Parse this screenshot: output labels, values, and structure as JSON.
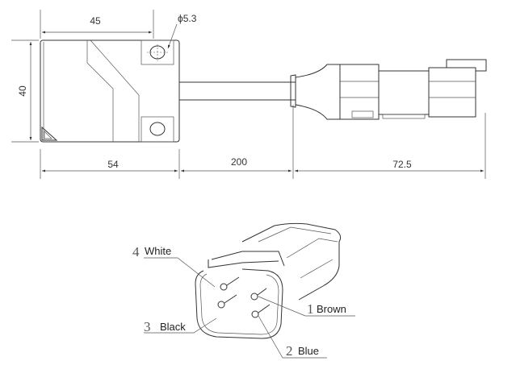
{
  "dimensions": {
    "top_width": "45",
    "hole_diameter": "ϕ5.3",
    "height": "40",
    "body_length": "54",
    "cable_length": "200",
    "connector_length": "72.5"
  },
  "pins": [
    {
      "number": "4",
      "color": "White"
    },
    {
      "number": "1",
      "color": "Brown"
    },
    {
      "number": "3",
      "color": "Black"
    },
    {
      "number": "2",
      "color": "Blue"
    }
  ]
}
